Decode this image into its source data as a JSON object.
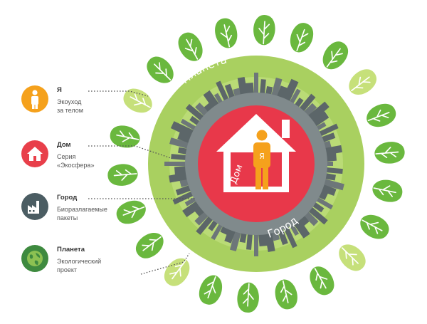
{
  "legend": [
    {
      "title": "Я",
      "description": "Экоуход\nза телом",
      "color": "#f5a11c",
      "icon": "person-icon"
    },
    {
      "title": "Дом",
      "description": "Серия\n«Экосфера»",
      "color": "#e83f4a",
      "icon": "house-icon"
    },
    {
      "title": "Город",
      "description": "Биоразлагаемые\nпакеты",
      "color": "#4b5d63",
      "icon": "factory-icon"
    },
    {
      "title": "Планета",
      "description": "Экологический\nпроект",
      "color": "#3e8a3f",
      "icon": "globe-icon"
    }
  ],
  "diagram": {
    "planet_label": "Планета",
    "city_label": "Город",
    "home_label": "Дом",
    "me_label": "Я"
  },
  "colors": {
    "planet": "#a9d060",
    "city_ring": "#808a8c",
    "home": "#e8384a",
    "person": "#f5a11c",
    "tree_dark": "#6ab83e",
    "tree_light": "#c6e07a"
  }
}
